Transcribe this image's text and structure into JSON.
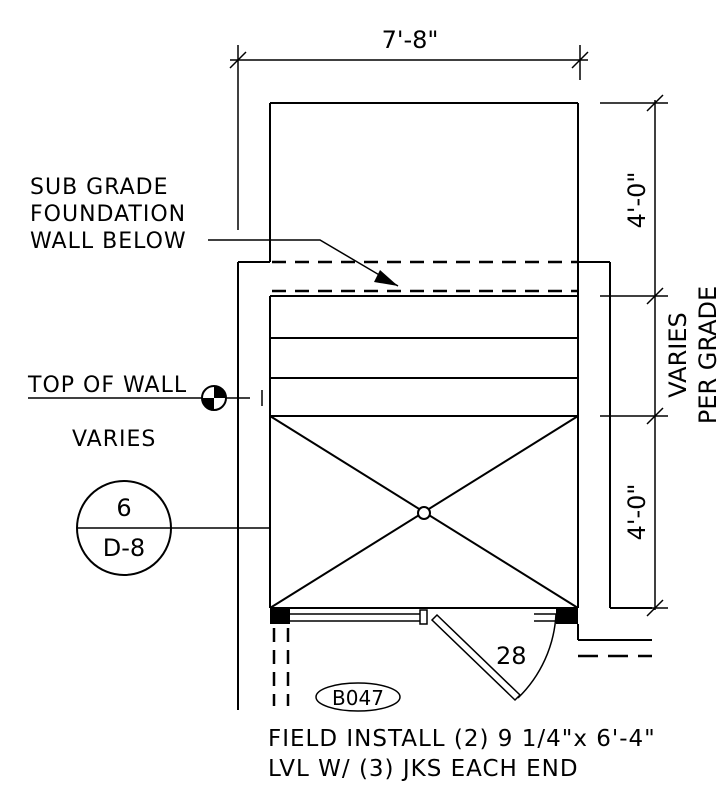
{
  "dimensions": {
    "top_width": "7'-8\"",
    "right_upper": "4'-0\"",
    "right_middle_line1": "VARIES",
    "right_middle_line2": "PER GRADE",
    "right_lower": "4'-0\""
  },
  "labels": {
    "subgrade_line1": "SUB GRADE",
    "subgrade_line2": "FOUNDATION",
    "subgrade_line3": "WALL BELOW",
    "topwall_line1": "TOP OF WALL",
    "topwall_line2": "VARIES",
    "door_size": "28",
    "door_tag": "B047",
    "note_line1": "FIELD INSTALL (2) 9 1/4\"x 6'-4\"",
    "note_line2": "LVL W/ (3) JKS EACH END"
  },
  "section_callout": {
    "number": "6",
    "sheet": "D-8"
  }
}
